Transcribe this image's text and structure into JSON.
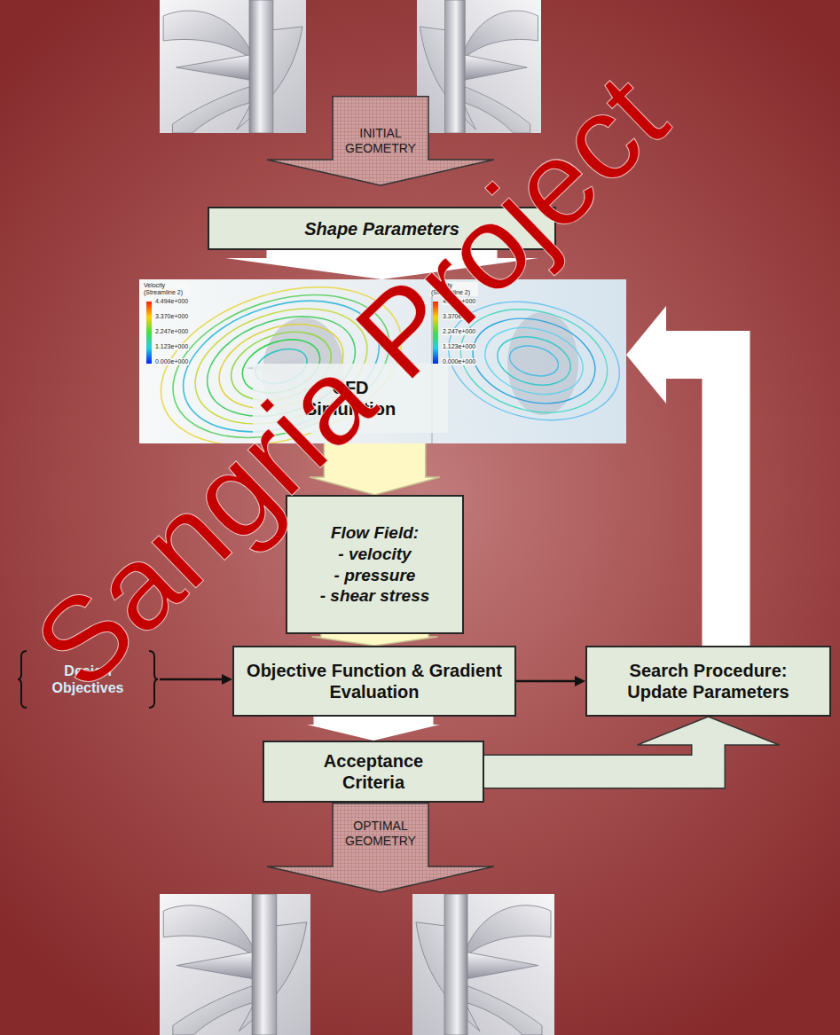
{
  "diagram": {
    "nodes": [
      {
        "text": [
          "INITIAL GEOMETRY"
        ]
      },
      {
        "text": [
          "Shape Parameters"
        ]
      },
      {
        "text": [
          "CFD Simulation"
        ]
      },
      {
        "text": [
          "Flow Field:",
          "- velocity",
          "- pressure",
          "- shear stress"
        ]
      },
      {
        "text": [
          "Design Objectives"
        ]
      },
      {
        "text": [
          "Objective Function & Gradient Evaluation"
        ]
      },
      {
        "text": [
          "Search Procedure: Update Parameters"
        ]
      },
      {
        "text": [
          "Acceptance Criteria"
        ]
      },
      {
        "text": [
          "OPTIMAL GEOMETRY"
        ]
      }
    ],
    "edges": [
      {
        "from": 1,
        "to": 2,
        "arrow": "to"
      },
      {
        "from": 2,
        "to": 3,
        "arrow": "to"
      },
      {
        "from": 3,
        "to": 5,
        "arrow": "to"
      },
      {
        "from": 4,
        "to": 5,
        "arrow": "to"
      },
      {
        "from": 5,
        "to": 6,
        "arrow": "to"
      },
      {
        "from": 5,
        "to": 7,
        "arrow": "to"
      },
      {
        "from": 7,
        "to": 6,
        "arrow": "to"
      },
      {
        "from": 6,
        "to": 2,
        "arrow": "to"
      }
    ],
    "labels": [
      "Velocity (Streamline 2)",
      "4.494e+000",
      "3.370e+000",
      "2.247e+000",
      "1.123e+000",
      "0.000e+000",
      "Velocity (Streamline 2)",
      "4.494e+000",
      "3.370e+000",
      "2.247e+000",
      "1.123e+000",
      "0.000e+000",
      "Sangria Project"
    ]
  }
}
